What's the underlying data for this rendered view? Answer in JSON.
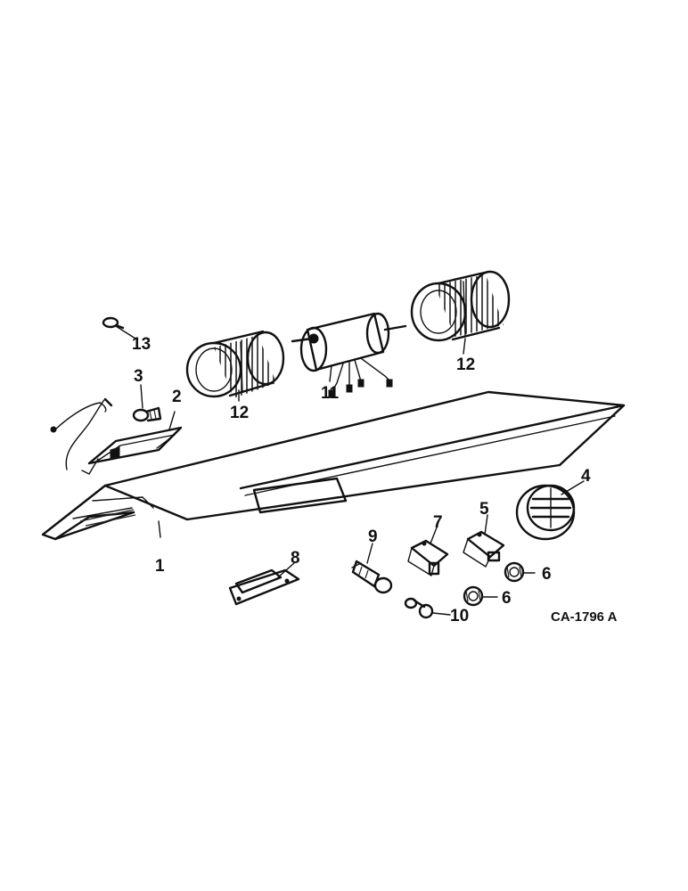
{
  "diagram": {
    "reference_code": "CA-1796 A",
    "callouts": {
      "c1": "1",
      "c2": "2",
      "c3": "3",
      "c4": "4",
      "c5": "5",
      "c6a": "6",
      "c6b": "6",
      "c7": "7",
      "c8": "8",
      "c9": "9",
      "c10": "10",
      "c11": "11",
      "c12a": "12",
      "c12b": "12",
      "c13": "13"
    }
  }
}
